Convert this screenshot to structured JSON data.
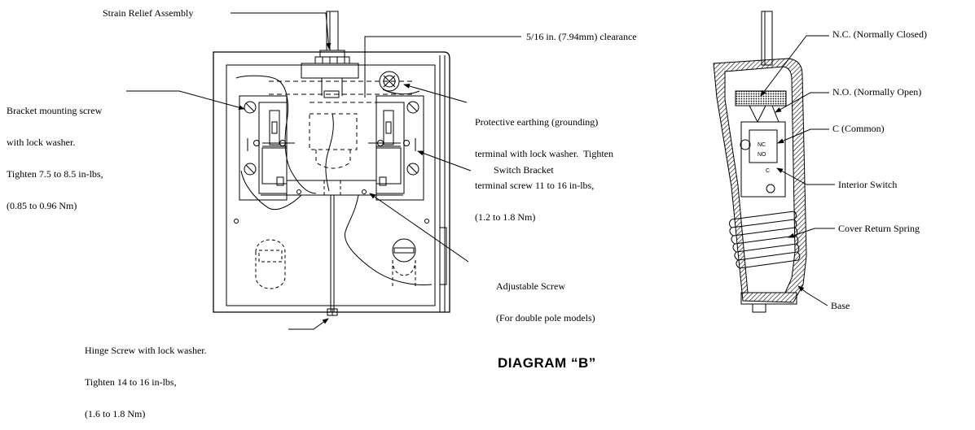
{
  "diagram": {
    "title": "DIAGRAM “B”",
    "labels": {
      "strain_relief": "Strain Relief Assembly",
      "clearance": "5/16 in. (7.94mm) clearance",
      "bracket_screw": [
        "Bracket mounting screw",
        "with lock washer.",
        "Tighten 7.5 to 8.5 in-lbs,",
        "(0.85 to 0.96 Nm)"
      ],
      "earthing": [
        "Protective earthing (grounding)",
        "terminal with lock washer.  Tighten",
        "terminal screw 11 to 16 in-lbs,",
        "(1.2 to 1.8 Nm)"
      ],
      "switch_bracket": "Switch Bracket",
      "adjustable_screw": [
        "Adjustable Screw",
        "(For double pole models)"
      ],
      "hinge_screw": [
        "Hinge Screw with lock washer.",
        "Tighten 14 to 16 in-lbs,",
        "(1.6 to 1.8 Nm)"
      ],
      "nc": "N.C. (Normally Closed)",
      "no": "N.O. (Normally Open)",
      "common": "C (Common)",
      "interior_switch": "Interior Switch",
      "return_spring": "Cover Return Spring",
      "base": "Base"
    }
  }
}
